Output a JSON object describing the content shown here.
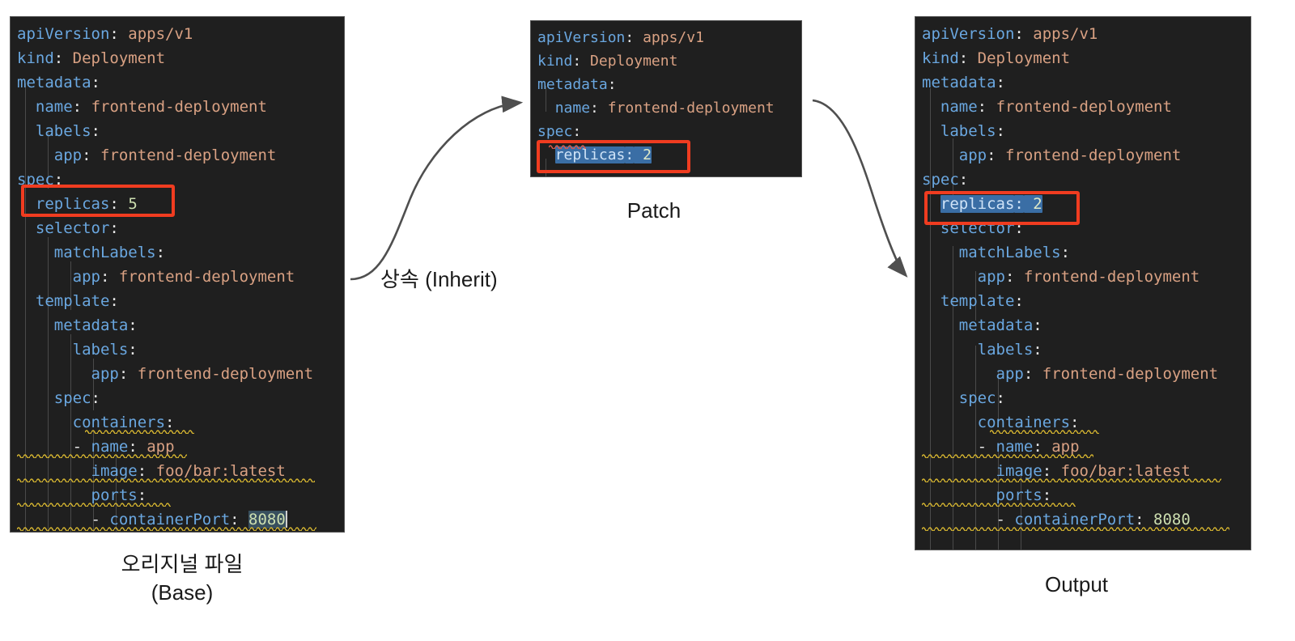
{
  "diagram": {
    "title_flow": "Kustomize base / patch / output overlay diagram",
    "colors": {
      "editor_background": "#1f1f1f",
      "key_blue": "#6aa7e0",
      "value_salmon": "#d9a183",
      "number_green": "#cddfb0",
      "selection_blue": "#3a6ea5",
      "highlight_red": "#f03c20",
      "squiggle_yellow": "#d4b430",
      "arrow_gray": "#4a4a4a"
    },
    "arrows": [
      {
        "name": "inherit-arrow",
        "label": "상속 (Inherit)",
        "from": "base-editor",
        "to": "patch-editor"
      },
      {
        "name": "apply-arrow",
        "label": "",
        "from": "patch-editor",
        "to": "output-editor"
      }
    ]
  },
  "base": {
    "caption": "오리지널 파일\n(Base)",
    "lines": [
      {
        "indent": 0,
        "key": "apiVersion",
        "value": "apps/v1",
        "type": "string"
      },
      {
        "indent": 0,
        "key": "kind",
        "value": "Deployment",
        "type": "string"
      },
      {
        "indent": 0,
        "key": "metadata",
        "value": "",
        "type": "map"
      },
      {
        "indent": 1,
        "key": "name",
        "value": "frontend-deployment",
        "type": "string"
      },
      {
        "indent": 1,
        "key": "labels",
        "value": "",
        "type": "map"
      },
      {
        "indent": 2,
        "key": "app",
        "value": "frontend-deployment",
        "type": "string"
      },
      {
        "indent": 0,
        "key": "spec",
        "value": "",
        "type": "map"
      },
      {
        "indent": 1,
        "key": "replicas",
        "value": "5",
        "type": "number"
      },
      {
        "indent": 1,
        "key": "selector",
        "value": "",
        "type": "map"
      },
      {
        "indent": 2,
        "key": "matchLabels",
        "value": "",
        "type": "map"
      },
      {
        "indent": 3,
        "key": "app",
        "value": "frontend-deployment",
        "type": "string"
      },
      {
        "indent": 1,
        "key": "template",
        "value": "",
        "type": "map"
      },
      {
        "indent": 2,
        "key": "metadata",
        "value": "",
        "type": "map"
      },
      {
        "indent": 3,
        "key": "labels",
        "value": "",
        "type": "map"
      },
      {
        "indent": 4,
        "key": "app",
        "value": "frontend-deployment",
        "type": "string"
      },
      {
        "indent": 2,
        "key": "spec",
        "value": "",
        "type": "map"
      },
      {
        "indent": 3,
        "key": "containers",
        "value": "",
        "type": "map"
      },
      {
        "indent": 3,
        "key": "- name",
        "value": "app",
        "type": "string"
      },
      {
        "indent": 4,
        "key": "image",
        "value": "foo/bar:latest",
        "type": "string"
      },
      {
        "indent": 4,
        "key": "ports",
        "value": "",
        "type": "map"
      },
      {
        "indent": 4,
        "key": "- containerPort",
        "value": "8080",
        "type": "number"
      }
    ],
    "highlighted_line": "replicas: 5",
    "cursor_at": "8080"
  },
  "patch": {
    "caption": "Patch",
    "lines": [
      {
        "indent": 0,
        "key": "apiVersion",
        "value": "apps/v1",
        "type": "string"
      },
      {
        "indent": 0,
        "key": "kind",
        "value": "Deployment",
        "type": "string"
      },
      {
        "indent": 0,
        "key": "metadata",
        "value": "",
        "type": "map"
      },
      {
        "indent": 1,
        "key": "name",
        "value": "frontend-deployment",
        "type": "string"
      },
      {
        "indent": 0,
        "key": "spec",
        "value": "",
        "type": "map"
      },
      {
        "indent": 1,
        "key": "replicas",
        "value": "2",
        "type": "number"
      }
    ],
    "highlighted_line": "replicas: 2",
    "selected_text": "replicas: 2"
  },
  "output": {
    "caption": "Output",
    "lines": [
      {
        "indent": 0,
        "key": "apiVersion",
        "value": "apps/v1",
        "type": "string"
      },
      {
        "indent": 0,
        "key": "kind",
        "value": "Deployment",
        "type": "string"
      },
      {
        "indent": 0,
        "key": "metadata",
        "value": "",
        "type": "map"
      },
      {
        "indent": 1,
        "key": "name",
        "value": "frontend-deployment",
        "type": "string"
      },
      {
        "indent": 1,
        "key": "labels",
        "value": "",
        "type": "map"
      },
      {
        "indent": 2,
        "key": "app",
        "value": "frontend-deployment",
        "type": "string"
      },
      {
        "indent": 0,
        "key": "spec",
        "value": "",
        "type": "map"
      },
      {
        "indent": 1,
        "key": "replicas",
        "value": "2",
        "type": "number"
      },
      {
        "indent": 1,
        "key": "selector",
        "value": "",
        "type": "map"
      },
      {
        "indent": 2,
        "key": "matchLabels",
        "value": "",
        "type": "map"
      },
      {
        "indent": 3,
        "key": "app",
        "value": "frontend-deployment",
        "type": "string"
      },
      {
        "indent": 1,
        "key": "template",
        "value": "",
        "type": "map"
      },
      {
        "indent": 2,
        "key": "metadata",
        "value": "",
        "type": "map"
      },
      {
        "indent": 3,
        "key": "labels",
        "value": "",
        "type": "map"
      },
      {
        "indent": 4,
        "key": "app",
        "value": "frontend-deployment",
        "type": "string"
      },
      {
        "indent": 2,
        "key": "spec",
        "value": "",
        "type": "map"
      },
      {
        "indent": 3,
        "key": "containers",
        "value": "",
        "type": "map"
      },
      {
        "indent": 3,
        "key": "- name",
        "value": "app",
        "type": "string"
      },
      {
        "indent": 4,
        "key": "image",
        "value": "foo/bar:latest",
        "type": "string"
      },
      {
        "indent": 4,
        "key": "ports",
        "value": "",
        "type": "map"
      },
      {
        "indent": 4,
        "key": "- containerPort",
        "value": "8080",
        "type": "number"
      }
    ],
    "highlighted_line": "replicas: 2",
    "selected_text": "replicas: 2"
  },
  "text": {
    "inherit_label": "상속 (Inherit)",
    "base_caption_line1": "오리지널 파일",
    "base_caption_line2": "(Base)",
    "patch_caption": "Patch",
    "output_caption": "Output"
  }
}
